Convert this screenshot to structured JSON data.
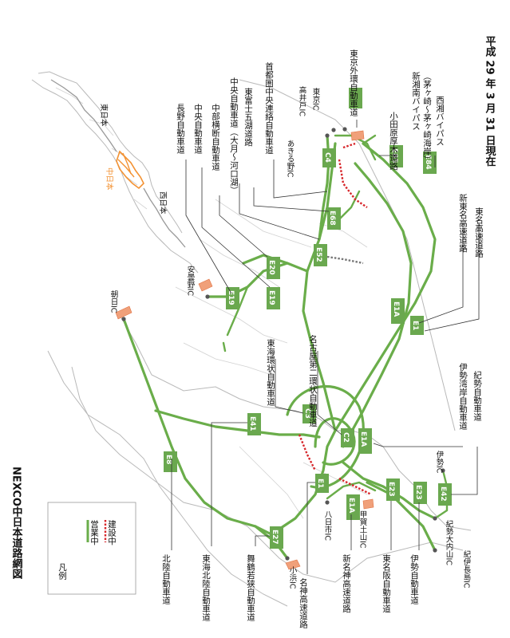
{
  "title": "NEXCO中日本道路網図",
  "date": "平成 29 年 3 月 31 日現在",
  "legend": {
    "heading": "凡例",
    "open": "営業中",
    "construction": "建設中",
    "colors": {
      "open": "#6aad4a",
      "construction": "#d7262b"
    }
  },
  "inset": {
    "east": "東日本",
    "central": "中日本",
    "west": "西日本",
    "colors": {
      "central": "#f39233",
      "other": "#999999"
    }
  },
  "roads": {
    "nagano": "長野自動車道",
    "chuo": "中央自動車道",
    "chubu_odan": "中部横断自動車道",
    "chuo_fuji": "中央自動車道（大月〜河口湖）",
    "higashifuji": "東富士五湖道路",
    "ken_o": "首都圏中央連絡自動車道",
    "tokyo_gaikan": "東京外環自動車道",
    "odawara": "小田原厚木道路",
    "shinsho": "新湘南バイパス",
    "shinsho_sub": "（茅ヶ崎〜茅ヶ崎海岸）",
    "seisho": "西湘バイパス",
    "shintomei": "新東名高速道路",
    "tomei": "東名高速道路",
    "tokai_kanjo": "東海環状自動車道",
    "nagoya2": "名古屋第二環状自動車道",
    "isewangan": "伊勢湾岸自動車道",
    "kisei": "紀勢自動車道",
    "hokuriku": "北陸自動車道",
    "tokai_hokuriku": "東海北陸自動車道",
    "maizuru": "舞鶴若狭自動車道",
    "meishin": "名神高速道路",
    "shinmeishin": "新名神高速道路",
    "higashimeihan": "東名阪自動車道",
    "ise": "伊勢自動車道"
  },
  "ics": {
    "takaido": "高井戸IC",
    "tokyo": "東京IC",
    "akirunono": "あきる野IC",
    "azumino": "安曇野IC",
    "asahi": "朝日IC",
    "obama": "小浜IC",
    "yokkaichi": "八日市IC",
    "kokashi": "甲賀土山IC",
    "kiseiouchiyama": "紀勢大内山IC",
    "kiinagashima": "紀伊長島IC",
    "iseic": "伊勢IC"
  },
  "codes": {
    "c3a": "C3",
    "c4": "C4",
    "e85": "E85",
    "e84": "E84",
    "e68": "E68",
    "e52": "E52",
    "e20": "E20",
    "e19a": "E19",
    "e19b": "E19",
    "e1aa": "E1A",
    "e1a": "E1",
    "c3b": "C3",
    "c2": "C2",
    "e1ab": "E1A",
    "e41": "E41",
    "e8": "E8",
    "e1b": "E1",
    "e1ac": "E1A",
    "e23a": "E23",
    "e23b": "E23",
    "e42": "E42",
    "e27": "E27"
  }
}
